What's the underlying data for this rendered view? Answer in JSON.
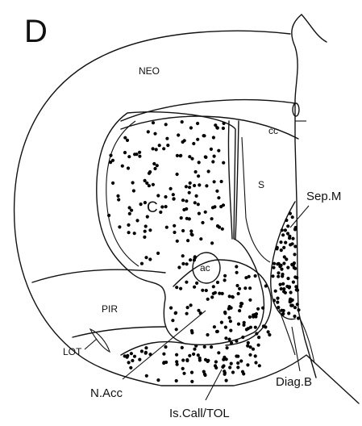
{
  "figure": {
    "panel_label": "D",
    "regions": {
      "neo": "NEO",
      "cc": "cc",
      "s": "S",
      "c": "C",
      "ac": "ac",
      "pir": "PIR",
      "lot": "LOT"
    },
    "callouts": {
      "sep_m": "Sep.M",
      "diag_b": "Diag.B",
      "n_acc": "N.Acc",
      "is_call_tol": "Is.Call/TOL"
    }
  }
}
